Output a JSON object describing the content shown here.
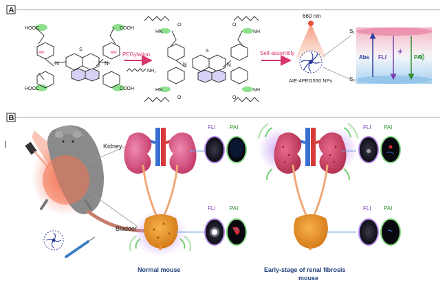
{
  "panel_a": {
    "badge": "A",
    "cooh_top_left": "HOOC",
    "cooh_top_right": "COOH",
    "cooh_bottom_left": "HOOC",
    "cooh_bottom_right": "COOH",
    "n_left": "N",
    "n_right": "N",
    "s_core": "S",
    "n_core_left": "N",
    "n_core_right": "N",
    "pegylation": "PEGylation",
    "reagent_nh2": "NH₂",
    "hn_top": "HN",
    "o_top_left": "O",
    "o_top_right": "O",
    "nh_top": "NH",
    "hn_bottom": "HN",
    "o_bottom_left": "O",
    "o_bottom_right": "O",
    "nh_bottom": "NH",
    "self_assembly": "Self-assembly",
    "wavelength": "660 nm",
    "np_label": "AIE-4PEG550 NPs",
    "s1": "S₁",
    "s0": "S₀",
    "abs": "Abs",
    "fli": "FLI",
    "pai": "PAI"
  },
  "panel_b": {
    "badge": "B",
    "kidney": "Kidney",
    "bladder": "Bladder",
    "fli_label_1": "FLI",
    "pai_label_1": "PAI",
    "fli_label_2": "FLI",
    "pai_label_2": "PAI",
    "fli_label_3": "FLI",
    "pai_label_3": "PAI",
    "fli_label_4": "FLI",
    "pai_label_4": "PAI",
    "caption_normal": "Normal mouse",
    "caption_fibrosis_1": "Early-stage of renal fibrosis",
    "caption_fibrosis_2": "mouse"
  },
  "colors": {
    "pegylation": "#d9366b",
    "self_assembly": "#d9366b",
    "abs": "#2a3b9a",
    "fli": "#7a3fb0",
    "pai": "#2f8f2f",
    "kidney": "#d8497a",
    "bladder": "#e8902a",
    "glow_green": "#6fcf6f",
    "glow_purple": "#a868e8"
  }
}
